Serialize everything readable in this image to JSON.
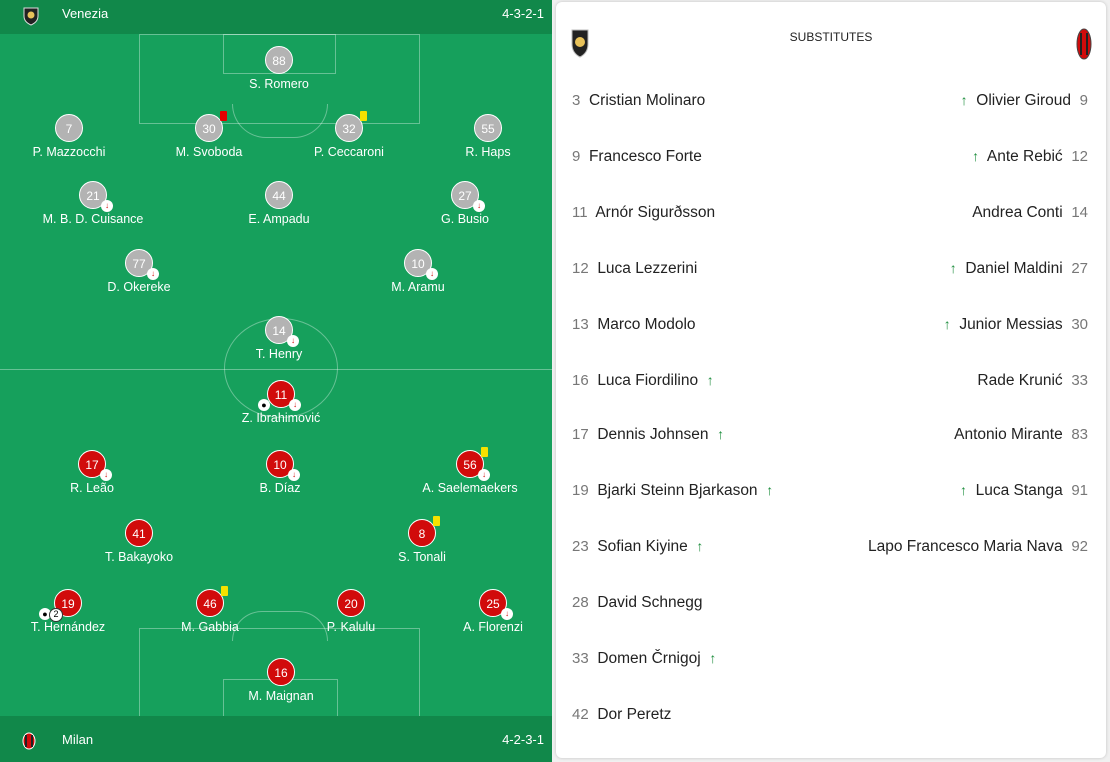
{
  "home": {
    "name": "Venezia",
    "formation": "4-3-2-1"
  },
  "away": {
    "name": "Milan",
    "formation": "4-2-3-1"
  },
  "pitch_players": {
    "venezia": [
      {
        "number": "88",
        "name": "S. Romero"
      },
      {
        "number": "7",
        "name": "P. Mazzocchi"
      },
      {
        "number": "30",
        "name": "M. Svoboda"
      },
      {
        "number": "32",
        "name": "P. Ceccaroni"
      },
      {
        "number": "55",
        "name": "R. Haps"
      },
      {
        "number": "21",
        "name": "M. B. D. Cuisance"
      },
      {
        "number": "44",
        "name": "E. Ampadu"
      },
      {
        "number": "27",
        "name": "G. Busio"
      },
      {
        "number": "77",
        "name": "D. Okereke"
      },
      {
        "number": "10",
        "name": "M. Aramu"
      },
      {
        "number": "14",
        "name": "T. Henry"
      }
    ],
    "milan": [
      {
        "number": "11",
        "name": "Z. Ibrahimović"
      },
      {
        "number": "17",
        "name": "R. Leão"
      },
      {
        "number": "10",
        "name": "B. Díaz"
      },
      {
        "number": "56",
        "name": "A. Saelemaekers"
      },
      {
        "number": "41",
        "name": "T. Bakayoko"
      },
      {
        "number": "8",
        "name": "S. Tonali"
      },
      {
        "number": "19",
        "name": "T. Hernández",
        "goals": "2"
      },
      {
        "number": "46",
        "name": "M. Gabbia"
      },
      {
        "number": "20",
        "name": "P. Kalulu"
      },
      {
        "number": "25",
        "name": "A. Florenzi"
      },
      {
        "number": "16",
        "name": "M. Maignan"
      }
    ]
  },
  "substitutes": {
    "title": "SUBSTITUTES",
    "rows": [
      {
        "home_num": "3",
        "home_name": "Cristian Molinaro",
        "away_name": "Olivier Giroud",
        "away_num": "9"
      },
      {
        "home_num": "9",
        "home_name": "Francesco Forte",
        "away_name": "Ante Rebić",
        "away_num": "12"
      },
      {
        "home_num": "11",
        "home_name": "Arnór Sigurðsson",
        "away_name": "Andrea Conti",
        "away_num": "14"
      },
      {
        "home_num": "12",
        "home_name": "Luca Lezzerini",
        "away_name": "Daniel Maldini",
        "away_num": "27"
      },
      {
        "home_num": "13",
        "home_name": "Marco Modolo",
        "away_name": "Junior Messias",
        "away_num": "30"
      },
      {
        "home_num": "16",
        "home_name": "Luca Fiordilino",
        "away_name": "Rade Krunić",
        "away_num": "33"
      },
      {
        "home_num": "17",
        "home_name": "Dennis Johnsen",
        "away_name": "Antonio Mirante",
        "away_num": "83"
      },
      {
        "home_num": "19",
        "home_name": "Bjarki Steinn Bjarkason",
        "away_name": "Luca Stanga",
        "away_num": "91"
      },
      {
        "home_num": "23",
        "home_name": "Sofian Kiyine",
        "away_name": "Lapo Francesco Maria Nava",
        "away_num": "92"
      },
      {
        "home_num": "28",
        "home_name": "David Schnegg",
        "away_name": "",
        "away_num": ""
      },
      {
        "home_num": "33",
        "home_name": "Domen Črnigoj",
        "away_name": "",
        "away_num": ""
      },
      {
        "home_num": "42",
        "home_name": "Dor Peretz",
        "away_name": "",
        "away_num": ""
      }
    ]
  },
  "icons": {
    "sub_out": "arrow-down-icon",
    "sub_in": "arrow-up-icon",
    "goal": "football-icon",
    "yellow_card": "yellow-card-icon",
    "red_card": "red-card-icon"
  },
  "colors": {
    "pitch": "#16a05c",
    "bar": "#11884a",
    "venezia_chip": "#b3b3b3",
    "milan_chip": "#d10b0b",
    "sub_in_arrow": "#1e8e3e",
    "yellow_card": "#f5e100"
  }
}
